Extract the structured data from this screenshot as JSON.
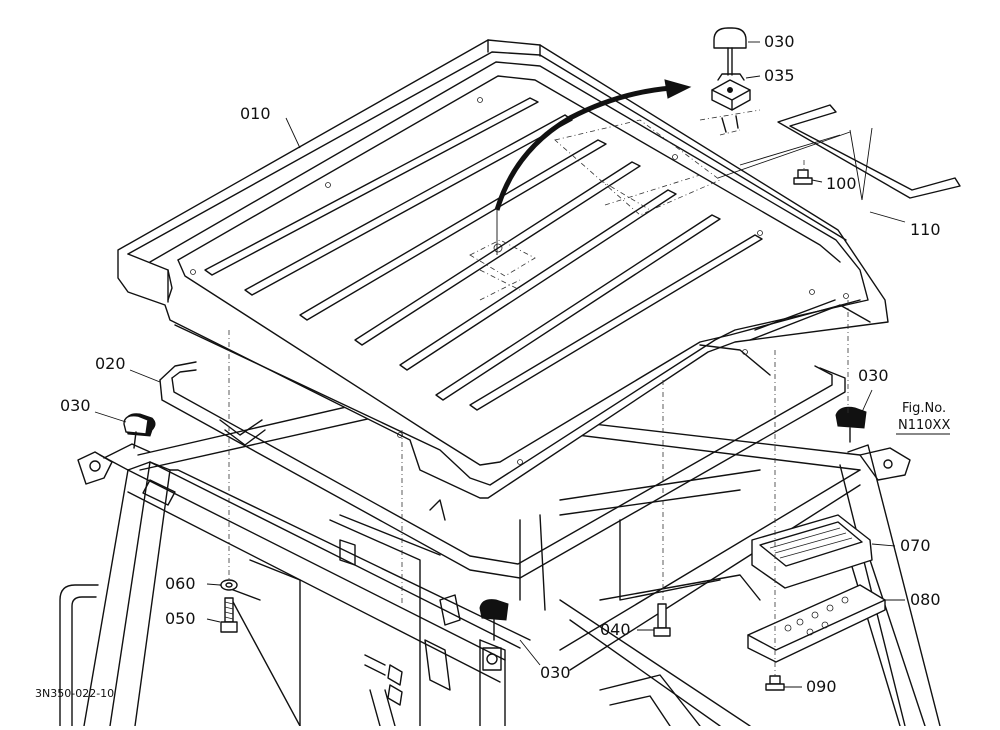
{
  "parts": {
    "p010": "010",
    "p020": "020",
    "p030_top": "030",
    "p030_left": "030",
    "p030_right": "030",
    "p030_bottom": "030",
    "p035": "035",
    "p040": "040",
    "p050": "050",
    "p060": "060",
    "p070": "070",
    "p080": "080",
    "p090": "090",
    "p100": "100",
    "p110": "110"
  },
  "fig": {
    "label": "Fig.No.",
    "number": "N110XX"
  },
  "drawing_code": "3N350-022-10"
}
